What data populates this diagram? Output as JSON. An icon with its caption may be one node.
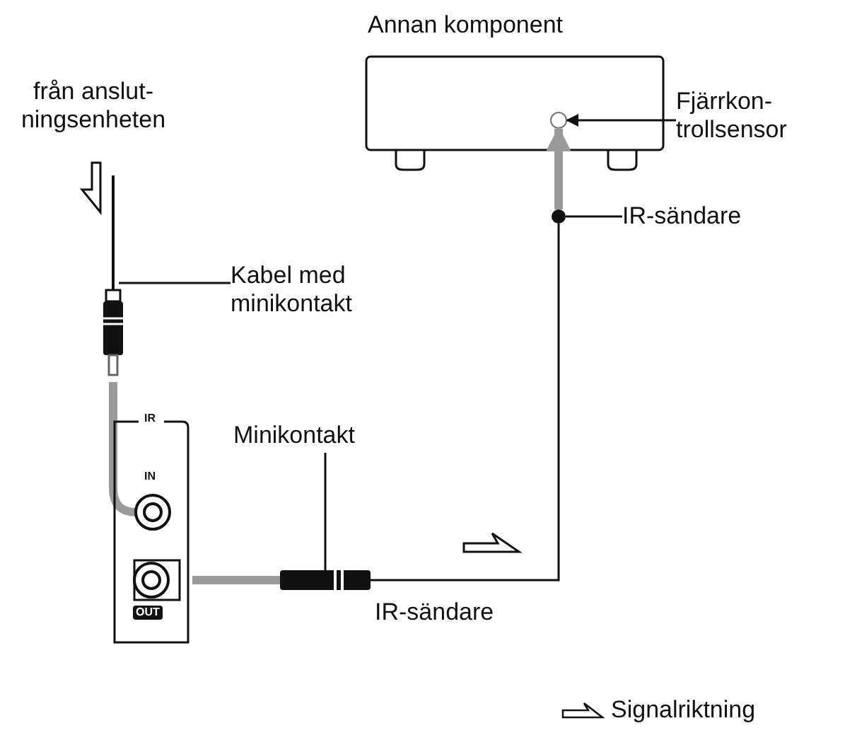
{
  "diagram": {
    "nodes": [
      {
        "text": [
          "Annan komponent"
        ]
      },
      {
        "text": [
          "Fjärrkon- trollsensor"
        ]
      },
      {
        "text": [],
        "shape": "circle",
        "in": 0
      },
      {
        "text": [
          "IR-sändare"
        ]
      },
      {
        "text": [],
        "shape": "circle"
      },
      {
        "text": [
          "Kabel med minikontakt"
        ]
      },
      {
        "text": [
          "IR",
          "IN",
          "OUT"
        ]
      },
      {
        "text": [
          "Minikontakt"
        ]
      },
      {
        "text": [],
        "shape": "box"
      }
    ],
    "edges": [
      {
        "from": 1,
        "to": 2,
        "arrow": "to"
      },
      {
        "from": 3,
        "to": 4,
        "arrow": "none"
      },
      {
        "from": 5,
        "to": null,
        "arrow": "none"
      },
      {
        "from": 7,
        "to": 8,
        "arrow": "none"
      },
      {
        "from": 6,
        "to": 8,
        "arrow": "none",
        "style": "thick",
        "color": "#9a9a9a"
      },
      {
        "from": 8,
        "to": 4,
        "arrow": "none"
      },
      {
        "from": 4,
        "to": 2,
        "arrow": "to",
        "style": "thick",
        "color": "#9a9a9a"
      }
    ],
    "labels": [
      "från anslut- ningsenheten",
      "IR-sändare"
    ],
    "legend": [
      {
        "text": "Signalriktning"
      }
    ]
  }
}
